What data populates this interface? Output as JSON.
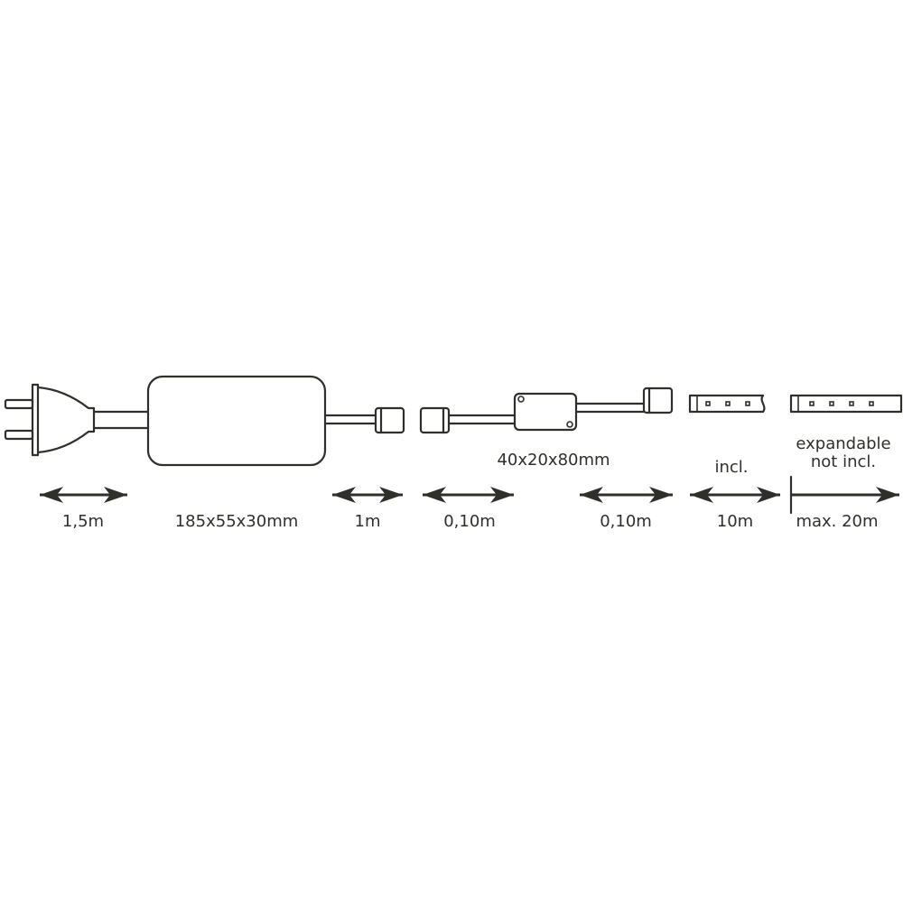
{
  "colors": {
    "ink": "#2f302c",
    "background": "#ffffff"
  },
  "components": {
    "controller_size": "40x20x80mm",
    "strip_included": "incl.",
    "strip_extension_line1": "expandable",
    "strip_extension_line2": "not incl."
  },
  "dimensions": {
    "plug_cable": "1,5m",
    "power_supply": "185x55x30mm",
    "supply_cable": "1m",
    "controller_input_cable": "0,10m",
    "controller_output_cable": "0,10m",
    "strip_length": "10m",
    "max_length": "max. 20m"
  }
}
